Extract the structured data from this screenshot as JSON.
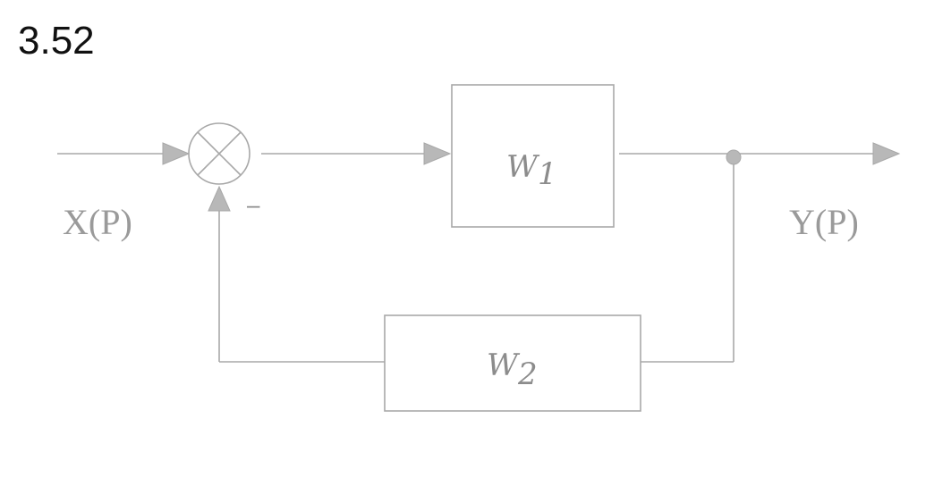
{
  "figure_number": "3.52",
  "input_label": "X(P)",
  "output_label": "Y(P)",
  "feedback_sign": "–",
  "blocks": {
    "forward": {
      "label_main": "W",
      "label_sub": "1"
    },
    "feedback": {
      "label_main": "W",
      "label_sub": "2"
    }
  },
  "colors": {
    "line": "#a8a8a8",
    "arrow": "#b8b8b8",
    "text": "#9a9a9a"
  }
}
